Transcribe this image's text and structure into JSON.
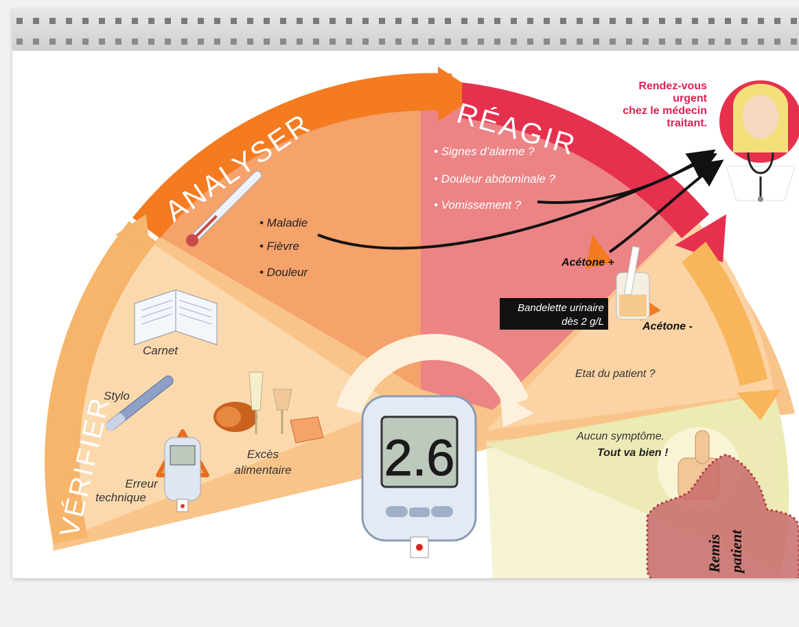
{
  "phases": {
    "verifier": "VÉRIFIER",
    "analyser": "ANALYSER",
    "reagir": "RÉAGIR"
  },
  "verifier_items": {
    "carnet": "Carnet",
    "stylo": "Stylo",
    "erreur_line1": "Erreur",
    "erreur_line2": "technique",
    "exces_line1": "Excès",
    "exces_line2": "alimentaire"
  },
  "analyser_items": [
    "• Maladie",
    "• Fièvre",
    "• Douleur"
  ],
  "reagir_items": [
    "• Signes d’alarme ?",
    "• Douleur abdominale ?",
    "• Vomissement ?"
  ],
  "urgent": {
    "line1": "Rendez-vous",
    "line2": "urgent",
    "line3": "chez le médecin",
    "line4": "traitant."
  },
  "acetone_plus": "Acétone +",
  "acetone_minus": "Acétone -",
  "bandelette": {
    "line1": "Bandelette urinaire",
    "line2": "dès 2 g/L"
  },
  "etat": "Etat du patient ?",
  "aucun": "Aucun symptôme.",
  "tout_va_bien": "Tout va bien !",
  "meter_reading": "2.6",
  "stamp": {
    "line1": "Remis",
    "line2": "patient"
  },
  "colors": {
    "verifier_band": "#f6b56b",
    "analyser_band": "#f47b20",
    "reagir_band": "#e5314e",
    "analyser_sector": "#f5a26b",
    "reagir_sector": "#ec7f83",
    "inner_light": "#fcd4a3",
    "inner_green": "#ecebb2",
    "urgent_text": "#d8234f",
    "stamp_fill": "#c96969"
  }
}
